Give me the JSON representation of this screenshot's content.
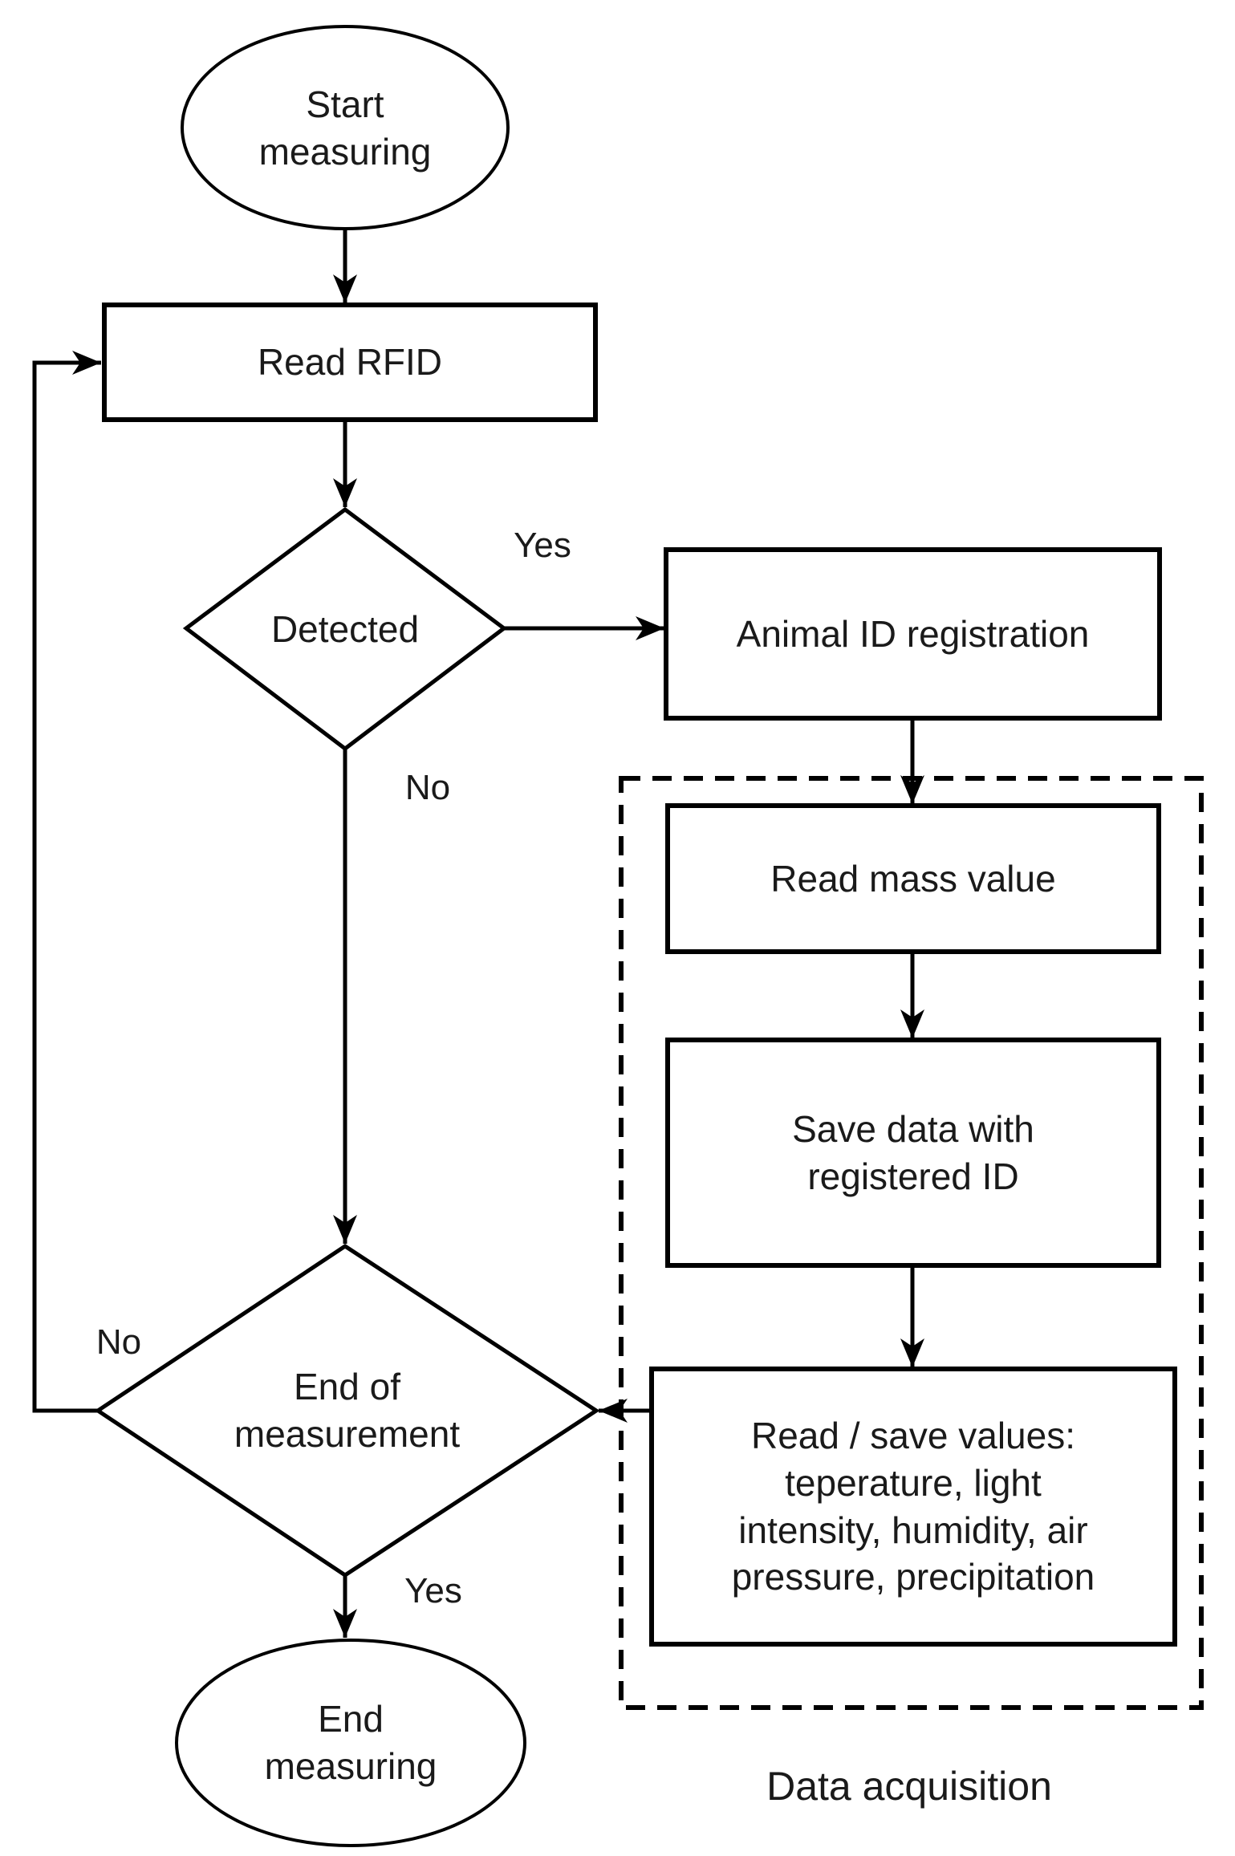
{
  "diagram": {
    "title": "RFID animal measuring flowchart",
    "colors": {
      "stroke": "#000000",
      "text": "#1a1a1a",
      "background": "#ffffff"
    },
    "nodes": {
      "start": {
        "type": "terminator",
        "label_lines": [
          "Start",
          "measuring"
        ]
      },
      "read_rfid": {
        "type": "process",
        "label": "Read RFID"
      },
      "detected": {
        "type": "decision",
        "label": "Detected"
      },
      "animal_id": {
        "type": "process",
        "label": "Animal ID registration"
      },
      "read_mass": {
        "type": "process",
        "label": "Read mass value"
      },
      "save_data": {
        "type": "process",
        "label_lines": [
          "Save data with",
          "registered ID"
        ]
      },
      "read_save_values": {
        "type": "process",
        "label_lines": [
          "Read / save values:",
          "teperature, light",
          "intensity, humidity, air",
          "pressure, precipitation"
        ]
      },
      "end_of_measurement": {
        "type": "decision",
        "label_lines": [
          "End of",
          "measurement"
        ]
      },
      "end": {
        "type": "terminator",
        "label_lines": [
          "End",
          "measuring"
        ]
      }
    },
    "edge_labels": {
      "detected_yes": "Yes",
      "detected_no": "No",
      "end_no": "No",
      "end_yes": "Yes"
    },
    "container": {
      "label": "Data acquisition"
    }
  }
}
